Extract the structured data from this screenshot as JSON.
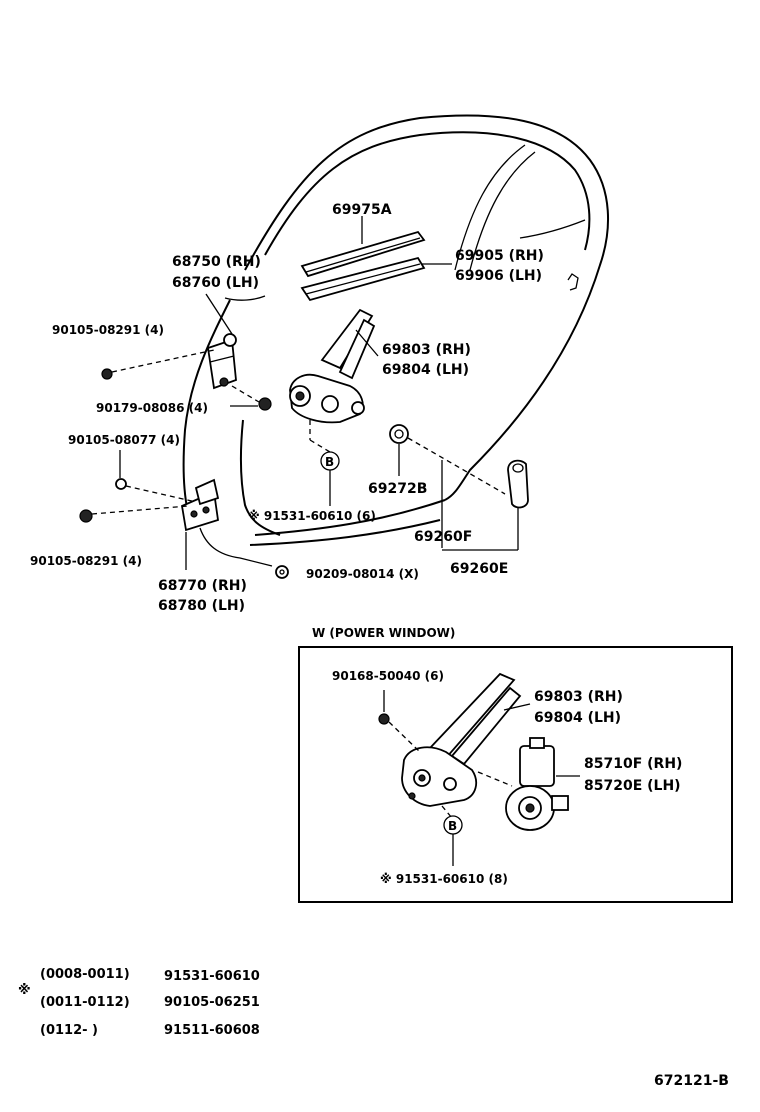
{
  "labels": {
    "p69975A": "69975A",
    "p69905": "69905 (RH)",
    "p69906": "69906 (LH)",
    "p68750": "68750 (RH)",
    "p68760": "68760 (LH)",
    "p90105_a": "90105-08291 (4)",
    "p69803_a": "69803 (RH)",
    "p69804_a": "69804 (LH)",
    "p90179": "90179-08086 (4)",
    "p90105_b": "90105-08077 (4)",
    "p69272B": "69272B",
    "p91531_a": "※ 91531-60610 (6)",
    "p69260F": "69260F",
    "p90105_c": "90105-08291 (4)",
    "p69260E": "69260E",
    "p90209": "90209-08014 (X)",
    "p68770": "68770 (RH)",
    "p68780": "68780 (LH)",
    "marker_b": "B"
  },
  "inset": {
    "title": "W (POWER WINDOW)",
    "p90168": "90168-50040 (6)",
    "p69803_b": "69803 (RH)",
    "p69804_b": "69804 (LH)",
    "p85710F": "85710F (RH)",
    "p85720E": "85720E (LH)",
    "p91531_b": "※ 91531-60610 (8)",
    "marker_b": "B"
  },
  "notes": {
    "symbol": "※",
    "rows": [
      {
        "range": "(0008-0011)",
        "part": "91531-60610"
      },
      {
        "range": "(0011-0112)",
        "part": "90105-06251"
      },
      {
        "range": "(0112-       )",
        "part": "91511-60608"
      }
    ]
  },
  "diagram_id": "672121-B"
}
